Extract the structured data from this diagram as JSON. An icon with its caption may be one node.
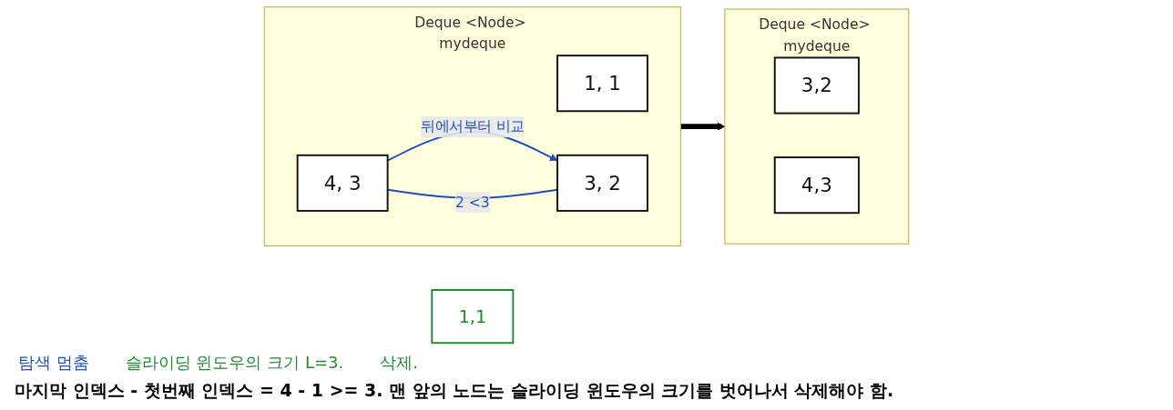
{
  "diagram": {
    "caption": "마지막 인덱스 - 첫번째 인덱스 = 4 - 1 >= 3. 맨 앞의 노드는 슬라이딩 윈도우의 크기를 벗어나서 삭제해야 함.",
    "nodes": [
      {
        "text": [
          "Deque <Node> mydeque"
        ]
      },
      {
        "text": [
          "1, 1"
        ],
        "in": 0
      },
      {
        "text": [
          "3, 2"
        ],
        "in": 0
      },
      {
        "text": [
          "4, 3"
        ],
        "in": 0
      },
      {
        "text": [
          "Deque <Node> mydeque"
        ]
      },
      {
        "text": [
          "3,2"
        ],
        "in": 4
      },
      {
        "text": [
          "4,3"
        ],
        "in": 4
      },
      {
        "text": [
          "1,1"
        ]
      }
    ],
    "edges": [
      {
        "from": 3,
        "to": 2,
        "arrow": "to",
        "label": "뒤에서부터 비교"
      },
      {
        "from": 2,
        "to": 3,
        "arrow": "none",
        "label": "2 <3"
      },
      {
        "from": 0,
        "to": 4,
        "arrow": "to",
        "style": "thick",
        "color": "#000000"
      }
    ],
    "labels": [
      "탐색 멈춤",
      "슬라이딩 윈도우의 크기 L=3.",
      "삭제."
    ]
  }
}
